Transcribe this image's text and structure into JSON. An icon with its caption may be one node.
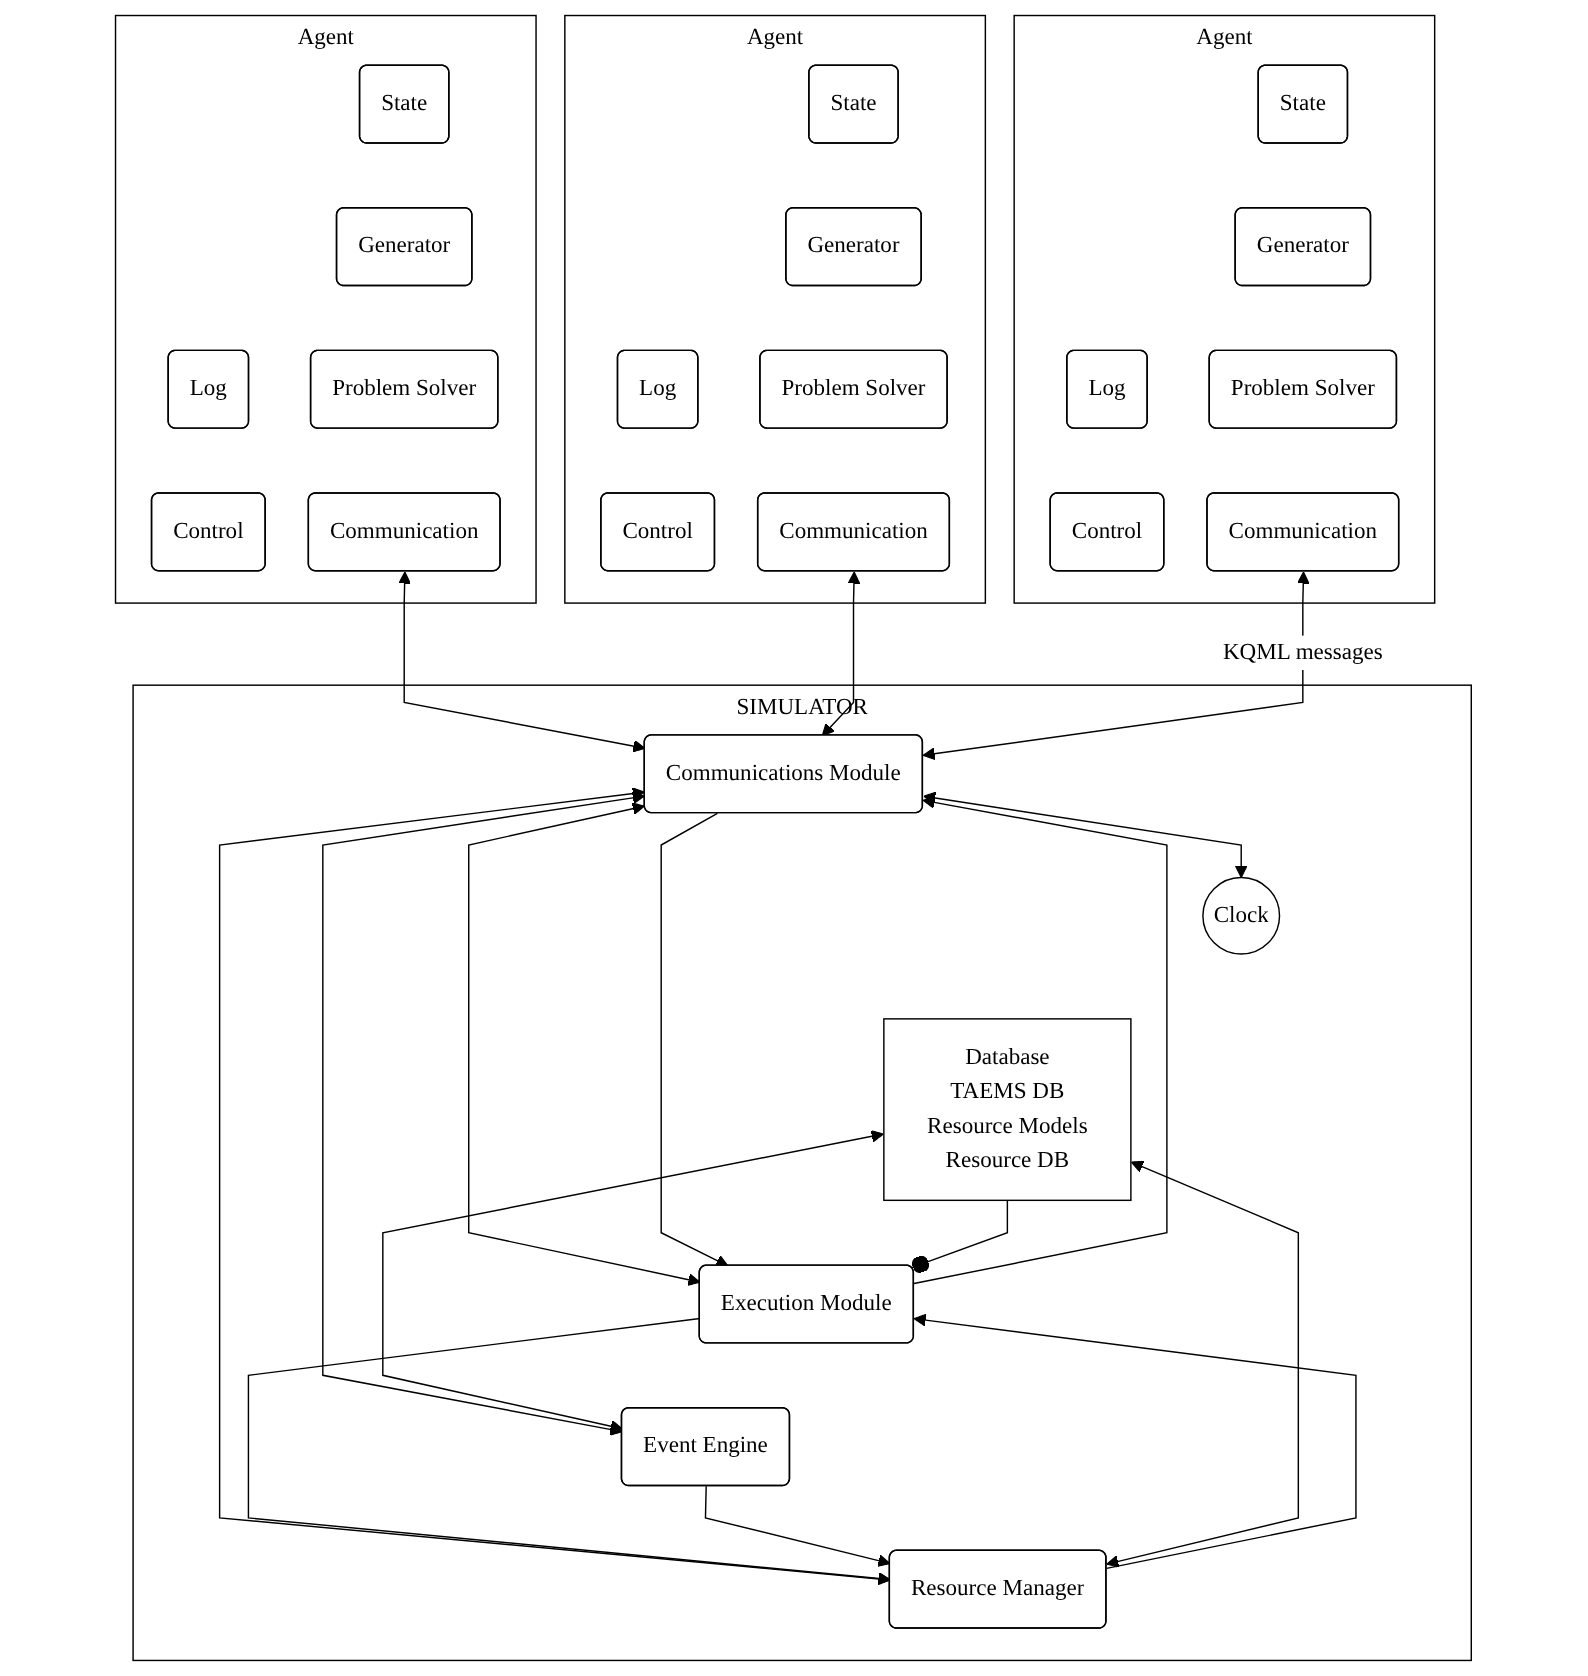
{
  "diagram": {
    "nodes": [
      {
        "text": [
          "Agent"
        ]
      },
      {
        "text": [
          "State"
        ],
        "in": 0
      },
      {
        "text": [
          "Log"
        ],
        "in": 0
      },
      {
        "text": [
          "Generator"
        ],
        "in": 0
      },
      {
        "text": [
          "Control"
        ],
        "in": 0
      },
      {
        "text": [
          "Problem Solver"
        ],
        "in": 0
      },
      {
        "text": [
          "Communication"
        ],
        "in": 0
      },
      {
        "text": [
          "Agent"
        ]
      },
      {
        "text": [
          "State"
        ],
        "in": 7
      },
      {
        "text": [
          "Log"
        ],
        "in": 7
      },
      {
        "text": [
          "Generator"
        ],
        "in": 7
      },
      {
        "text": [
          "Control"
        ],
        "in": 7
      },
      {
        "text": [
          "Problem Solver"
        ],
        "in": 7
      },
      {
        "text": [
          "Communication"
        ],
        "in": 7
      },
      {
        "text": [
          "Agent"
        ]
      },
      {
        "text": [
          "State"
        ],
        "in": 14
      },
      {
        "text": [
          "Log"
        ],
        "in": 14
      },
      {
        "text": [
          "Generator"
        ],
        "in": 14
      },
      {
        "text": [
          "Control"
        ],
        "in": 14
      },
      {
        "text": [
          "Problem Solver"
        ],
        "in": 14
      },
      {
        "text": [
          "Communication"
        ],
        "in": 14
      },
      {
        "text": [
          "SIMULATOR"
        ]
      },
      {
        "text": [
          "Communications Module"
        ],
        "in": 21
      },
      {
        "text": [
          "Execution Module"
        ],
        "in": 21
      },
      {
        "text": [
          "Resource Manager"
        ],
        "in": 21
      },
      {
        "text": [
          "Event Engine"
        ],
        "in": 21
      },
      {
        "text": [
          "Clock"
        ],
        "in": 21
      },
      {
        "text": [
          "Database",
          "TAEMS DB",
          "Resource Models",
          "Resource DB"
        ],
        "in": 21
      }
    ],
    "edges": [
      {
        "from": 6,
        "to": 22,
        "arrow": "both"
      },
      {
        "from": 13,
        "to": 22,
        "arrow": "both"
      },
      {
        "from": 20,
        "to": 22,
        "arrow": "both",
        "label": "KQML messages"
      },
      {
        "from": 22,
        "to": 26,
        "arrow": "both"
      },
      {
        "from": 22,
        "to": 23,
        "arrow": "both"
      },
      {
        "from": 22,
        "to": 24,
        "arrow": "both"
      },
      {
        "from": 22,
        "to": 25,
        "arrow": "both"
      },
      {
        "from": 22,
        "to": 23,
        "arrow": "to"
      },
      {
        "from": 23,
        "to": 22,
        "arrow": "to"
      },
      {
        "from": 23,
        "to": 24,
        "arrow": "to"
      },
      {
        "from": 24,
        "to": 23,
        "arrow": "to"
      },
      {
        "from": 25,
        "to": 24,
        "arrow": "to"
      },
      {
        "from": 27,
        "to": 23,
        "arrow": "other"
      },
      {
        "from": 27,
        "to": 24,
        "arrow": "both"
      },
      {
        "from": 27,
        "to": 25,
        "arrow": "both"
      }
    ]
  }
}
